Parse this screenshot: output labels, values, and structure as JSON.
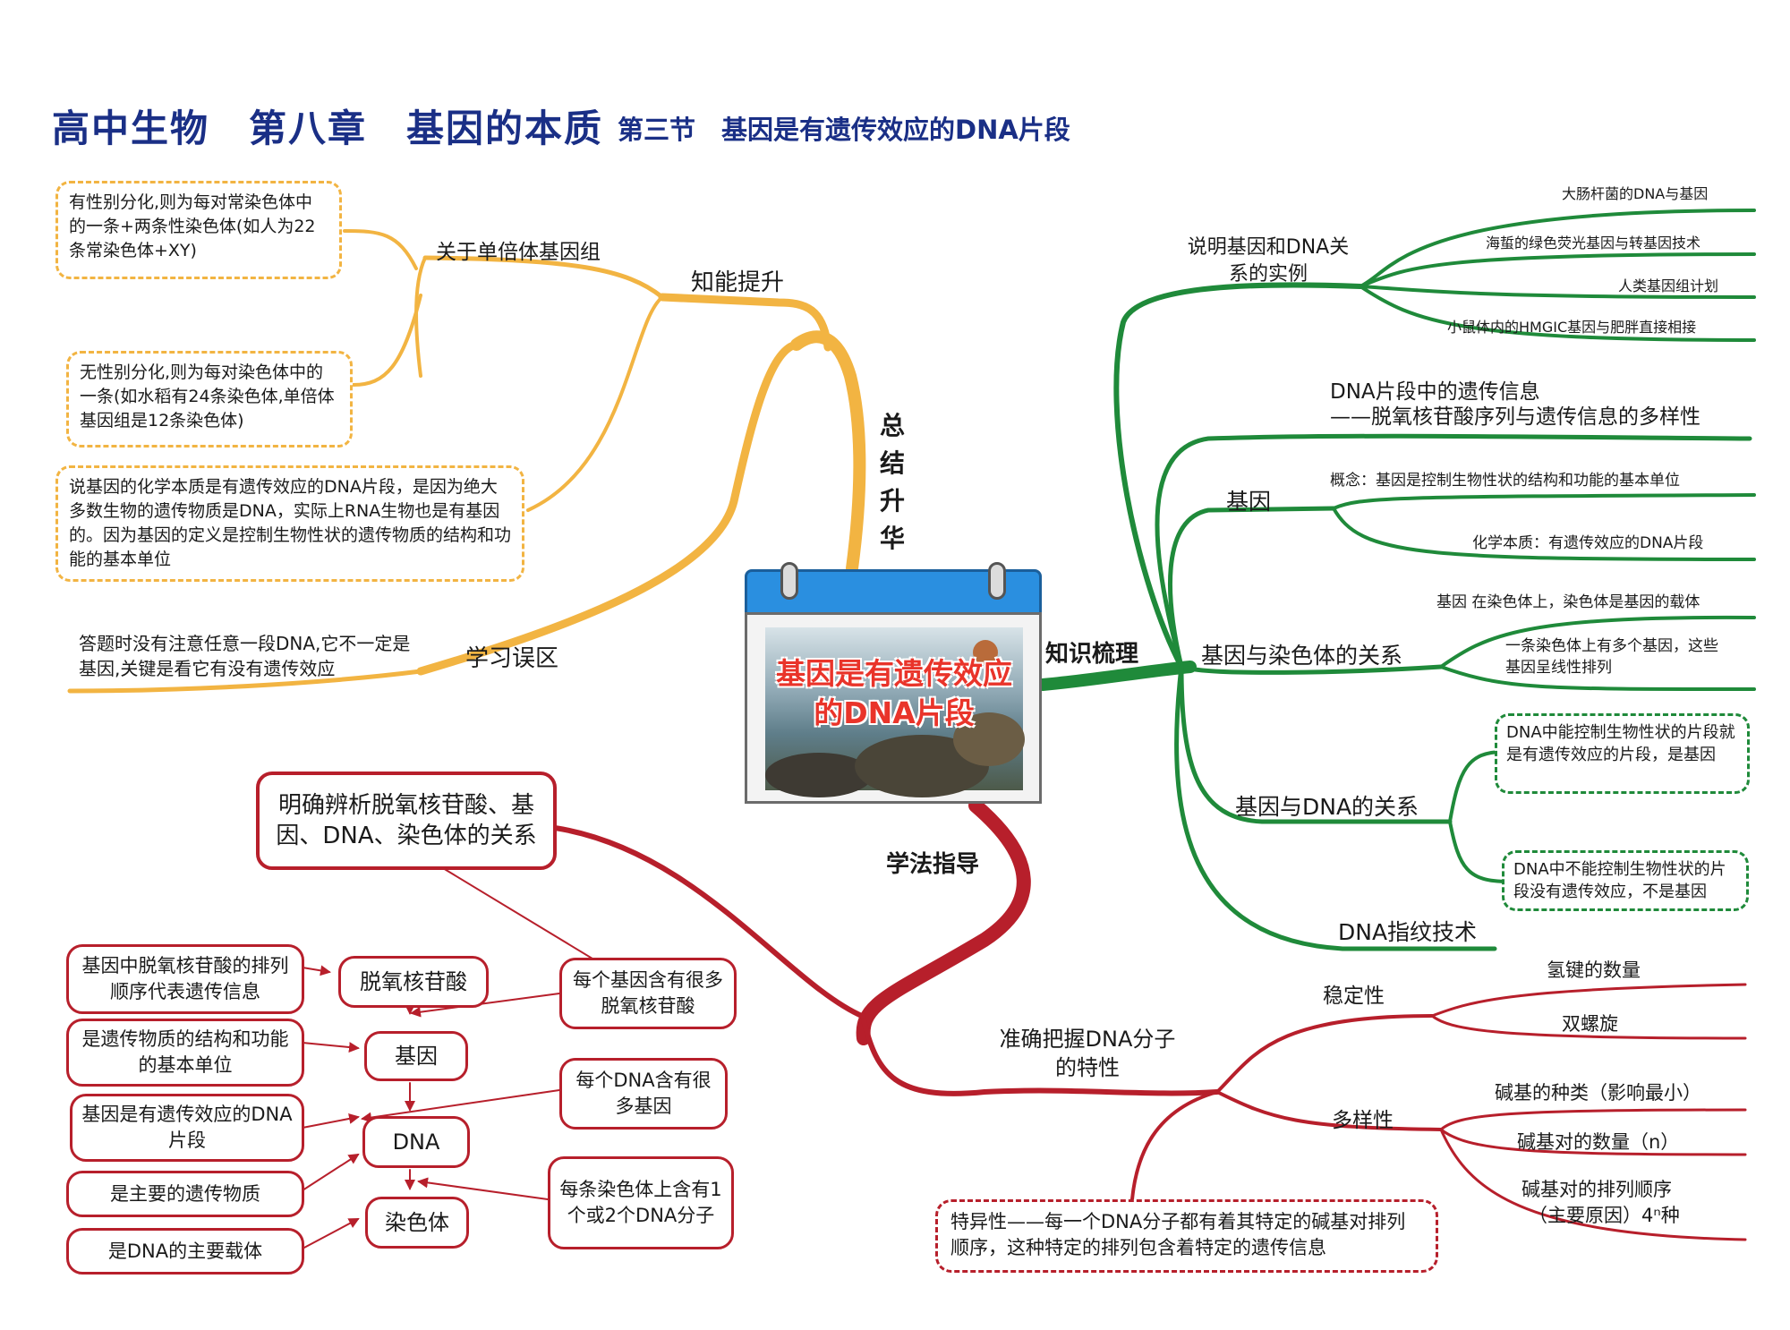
{
  "title": {
    "main": "高中生物　第八章　基因的本质",
    "sub": "第三节　基因是有遗传效应的DNA片段"
  },
  "center": {
    "label": "基因是有遗传效应的DNA片段"
  },
  "colors": {
    "summary": "#f2b442",
    "knowledge": "#1f8a3a",
    "method": "#b71f2b",
    "title": "#1a2f86"
  },
  "summary": {
    "label": "总结升华",
    "zhineng": {
      "label": "知能提升",
      "haploid": {
        "label": "关于单倍体基因组",
        "sexual": "有性别分化,则为每对常染色体中的一条+两条性染色体(如人为22条常染色体+XY)",
        "asexual": "无性别分化,则为每对染色体中的一条(如水稻有24条染色体,单倍体基因组是12条染色体)"
      },
      "chemical": "说基因的化学本质是有遗传效应的DNA片段，是因为绝大多数生物的遗传物质是DNA，实际上RNA生物也是有基因的。因为基因的定义是控制生物性状的遗传物质的结构和功能的基本单位"
    },
    "mistake": {
      "label": "学习误区",
      "text": "答题时没有注意任意一段DNA,它不一定是基因,关键是看它有没有遗传效应"
    }
  },
  "knowledge": {
    "label": "知识梳理",
    "examples": {
      "label": "说明基因和DNA关系的实例",
      "items": [
        "大肠杆菌的DNA与基因",
        "海蜇的绿色荧光基因与转基因技术",
        "人类基因组计划",
        "小鼠体内的HMGIC基因与肥胖直接相接"
      ]
    },
    "info": {
      "line1": "DNA片段中的遗传信息",
      "line2": "——脱氧核苷酸序列与遗传信息的多样性"
    },
    "gene": {
      "label": "基因",
      "concept": "概念：基因是控制生物性状的结构和功能的基本单位",
      "chemical": "化学本质：有遗传效应的DNA片段"
    },
    "chromosome": {
      "label": "基因与染色体的关系",
      "item1": "基因 在染色体上，染色体是基因的载体",
      "item2": "一条染色体上有多个基因，这些基因呈线性排列"
    },
    "dna": {
      "label": "基因与DNA的关系",
      "item1": "DNA中能控制生物性状的片段就是有遗传效应的片段，是基因",
      "item2": "DNA中不能控制生物性状的片段没有遗传效应，不是基因"
    },
    "fingerprint": "DNA指纹技术"
  },
  "method": {
    "label": "学法指导",
    "relation": {
      "label": "明确辨析脱氧核苷酸、基因、DNA、染色体的关系",
      "nodes": {
        "nucleotide": "脱氧核苷酸",
        "gene": "基因",
        "dna": "DNA",
        "chromosome": "染色体"
      },
      "left": [
        "基因中脱氧核苷酸的排列顺序代表遗传信息",
        "是遗传物质的结构和功能的基本单位",
        "基因是有遗传效应的DNA片段",
        "是主要的遗传物质",
        "是DNA的主要载体"
      ],
      "right": [
        "每个基因含有很多脱氧核苷酸",
        "每个DNA含有很多基因",
        "每条染色体上含有1个或2个DNA分子"
      ]
    },
    "properties": {
      "label": "准确把握DNA分子的特性",
      "stability": {
        "label": "稳定性",
        "items": [
          "氢键的数量",
          "双螺旋"
        ]
      },
      "diversity": {
        "label": "多样性",
        "items": [
          "碱基的种类（影响最小）",
          "碱基对的数量（n）",
          "碱基对的排列顺序",
          "（主要原因）4ⁿ种"
        ]
      },
      "specificity": "特异性——每一个DNA分子都有着其特定的碱基对排列顺序，这种特定的排列包含着特定的遗传信息"
    }
  }
}
